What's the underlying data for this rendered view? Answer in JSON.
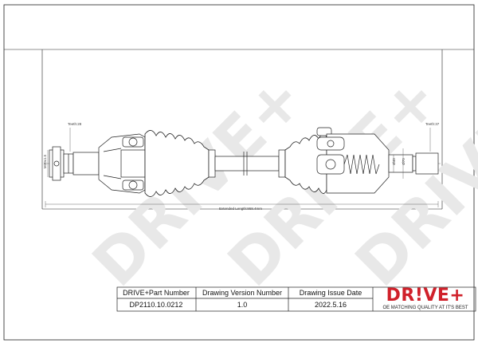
{
  "drawing": {
    "watermark": "DRIVE+",
    "annotations": {
      "left_teeth": "Teeth:28",
      "right_teeth": "Teeth:37",
      "left_flange": "M20x1.5",
      "extended_length": "Extended Length:868.4mm",
      "dia_1": "Ø40",
      "dia_2": "Ø70"
    }
  },
  "title_block": {
    "part_number_label": "DRIVE+Part Number",
    "version_label": "Drawing Version Number",
    "issue_date_label": "Drawing Issue Date",
    "part_number": "DP2110.10.0212",
    "version": "1.0",
    "issue_date": "2022.5.16"
  },
  "brand": {
    "logo": "DR!VE+",
    "tagline": "OE MATCHING QUALITY AT IT'S BEST",
    "color": "#d0202a"
  },
  "colors": {
    "line": "#222222",
    "watermark": "#e6e6e6"
  }
}
